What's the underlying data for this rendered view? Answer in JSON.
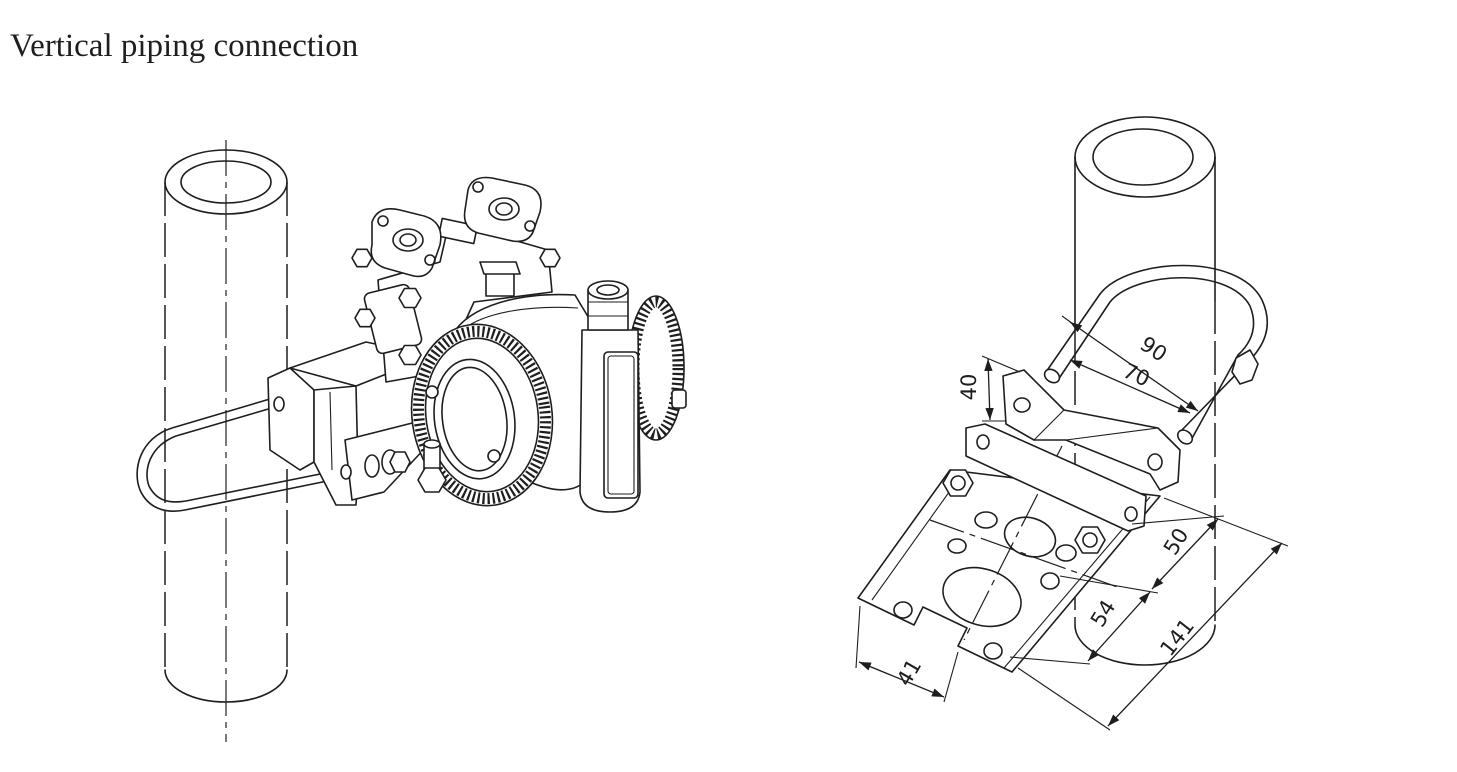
{
  "title": "Vertical piping connection",
  "dimensions": {
    "ubolt_outer": "90",
    "ubolt_inner": "70",
    "clamp_height": "40",
    "hole_spacing": "50",
    "slot_spacing": "54",
    "plate_length": "141",
    "tab_spacing": "41"
  }
}
